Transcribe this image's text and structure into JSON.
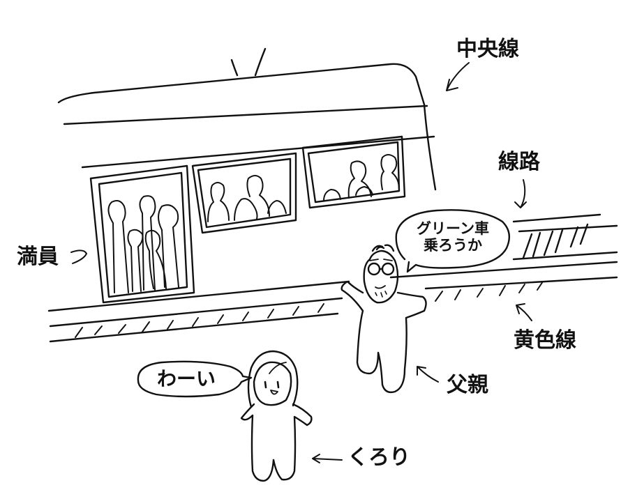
{
  "labels": {
    "chuo_line": "中央線",
    "track": "線路",
    "crowded": "満員",
    "yellow_line": "黄色線",
    "father": "父親",
    "kurori": "くろり"
  },
  "speech": {
    "father_line1": "グリーン車",
    "father_line2": "乗ろうか",
    "kurori": "わーい"
  },
  "colors": {
    "ink": "#111111",
    "paper": "#ffffff"
  }
}
